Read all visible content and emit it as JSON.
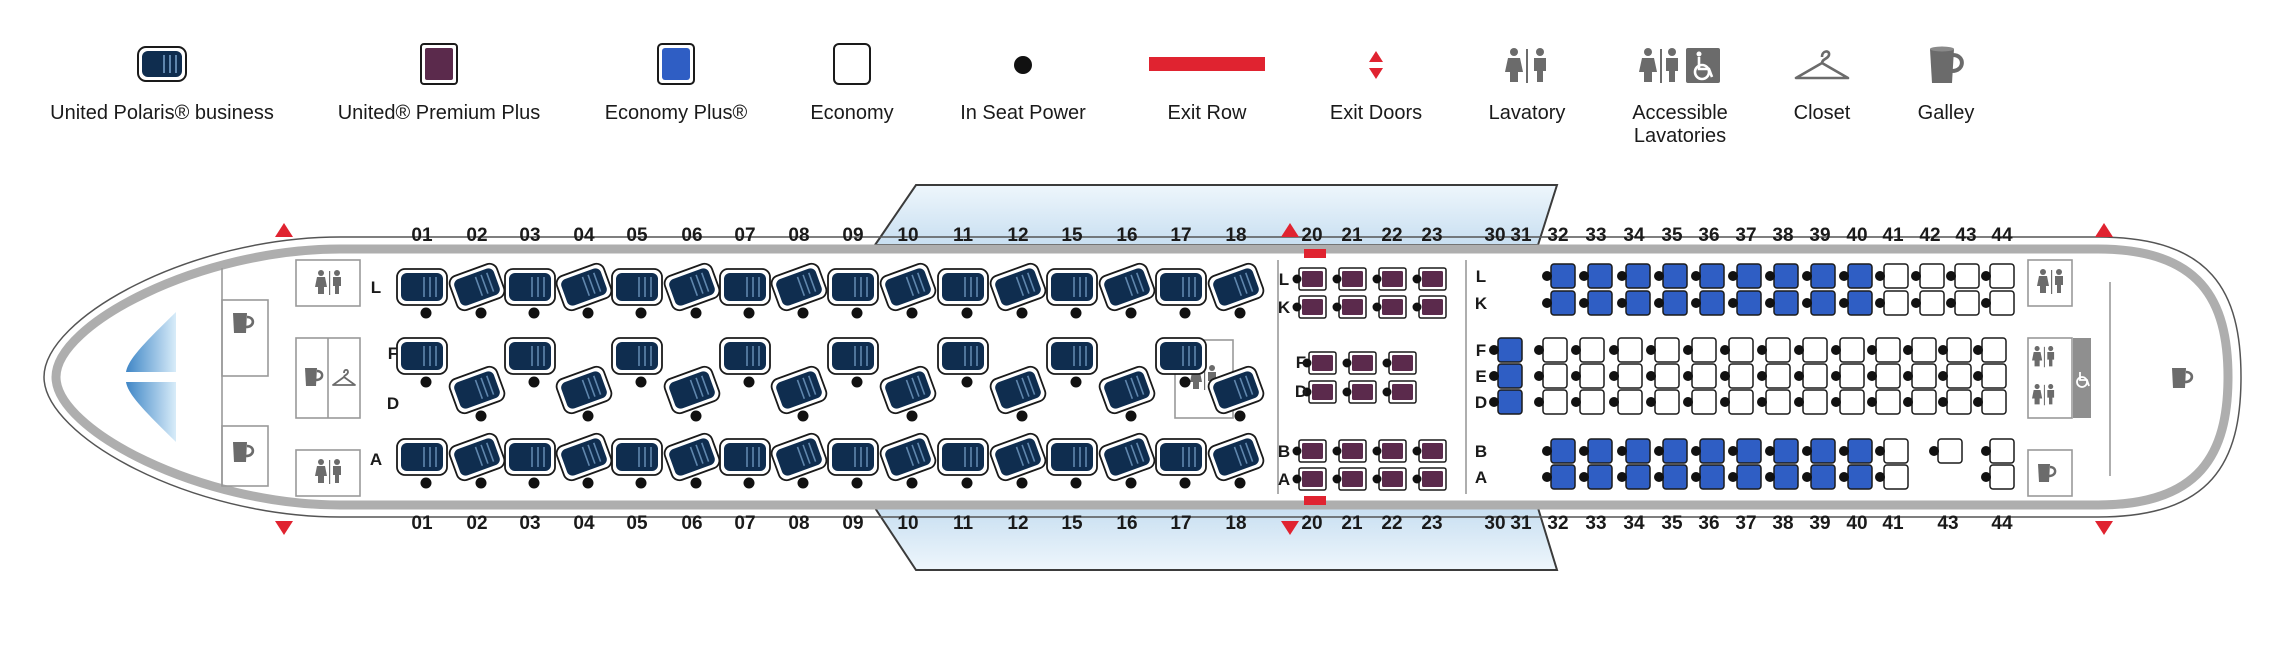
{
  "legend": [
    {
      "label": "United Polaris® business",
      "icon": "polaris-seat-icon"
    },
    {
      "label": "United® Premium Plus",
      "icon": "premium-plus-seat-icon"
    },
    {
      "label": "Economy Plus®",
      "icon": "economy-plus-seat-icon"
    },
    {
      "label": "Economy",
      "icon": "economy-seat-icon"
    },
    {
      "label": "In Seat Power",
      "icon": "power-dot-icon"
    },
    {
      "label": "Exit Row",
      "icon": "exit-row-bar-icon"
    },
    {
      "label": "Exit Doors",
      "icon": "exit-doors-icon"
    },
    {
      "label": "Lavatory",
      "icon": "lavatory-icon"
    },
    {
      "label": "Accessible\nLavatories",
      "icon": "accessible-lavatory-icon"
    },
    {
      "label": "Closet",
      "icon": "closet-hanger-icon"
    },
    {
      "label": "Galley",
      "icon": "galley-cup-icon"
    }
  ],
  "colors": {
    "polaris": "#0f2d4f",
    "premium_plus": "#5b2a4c",
    "economy_plus": "#2f5ec4",
    "economy": "#ffffff",
    "exit_red": "#e02330",
    "fuselage": "#aeaeae",
    "wing": "#d8eaf7"
  },
  "polaris": {
    "rows": [
      "01",
      "02",
      "03",
      "04",
      "05",
      "06",
      "07",
      "08",
      "09",
      "10",
      "11",
      "12",
      "15",
      "16",
      "17",
      "18"
    ],
    "seat_letters": [
      "L",
      "F",
      "D",
      "A"
    ]
  },
  "premium_plus": {
    "rows": [
      "20",
      "21",
      "22",
      "23"
    ],
    "seat_letters": [
      "L",
      "K",
      "F",
      "D",
      "B",
      "A"
    ]
  },
  "economy": {
    "top_rows": [
      "30",
      "31",
      "32",
      "33",
      "34",
      "35",
      "36",
      "37",
      "38",
      "39",
      "40",
      "41",
      "42",
      "43",
      "44"
    ],
    "bottom_rows": [
      "30",
      "31",
      "32",
      "33",
      "34",
      "35",
      "36",
      "37",
      "38",
      "39",
      "40",
      "41",
      "43",
      "44"
    ],
    "seat_letters": [
      "L",
      "K",
      "F",
      "E",
      "D",
      "B",
      "A"
    ],
    "plus_rows": [
      "32",
      "33",
      "34",
      "35",
      "36",
      "37",
      "38",
      "39",
      "40"
    ]
  }
}
